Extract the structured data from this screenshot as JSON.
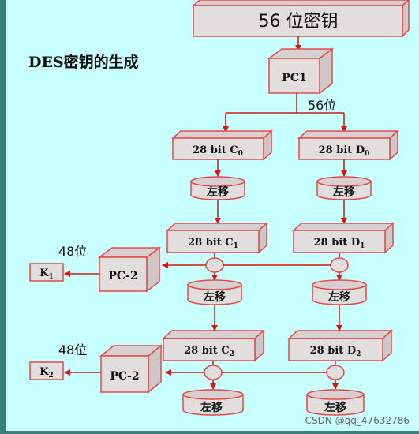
{
  "diagram": {
    "title": "DES密钥的生成",
    "top_key": "56 位密钥",
    "pc1": "PC1",
    "pc2": "PC-2",
    "bits56": "56位",
    "bits48": "48位",
    "c0": "28 bit C",
    "c0_sub": "0",
    "d0": "28 bit D",
    "d0_sub": "0",
    "c1": "28 bit C",
    "c1_sub": "1",
    "d1": "28 bit D",
    "d1_sub": "1",
    "c2": "28 bit C",
    "c2_sub": "2",
    "d2": "28 bit D",
    "d2_sub": "2",
    "shift": "左移",
    "k": "K",
    "k1_sub": "1",
    "k2_sub": "2"
  },
  "colors": {
    "background": "#c8ffff",
    "box_fill": "#e3dede",
    "box_side": "#cfc7c7",
    "outline": "#e24a4a",
    "arrow": "#d01818",
    "left_bar": "#3b7f7a"
  },
  "watermark": "CSDN @qq_47632786"
}
